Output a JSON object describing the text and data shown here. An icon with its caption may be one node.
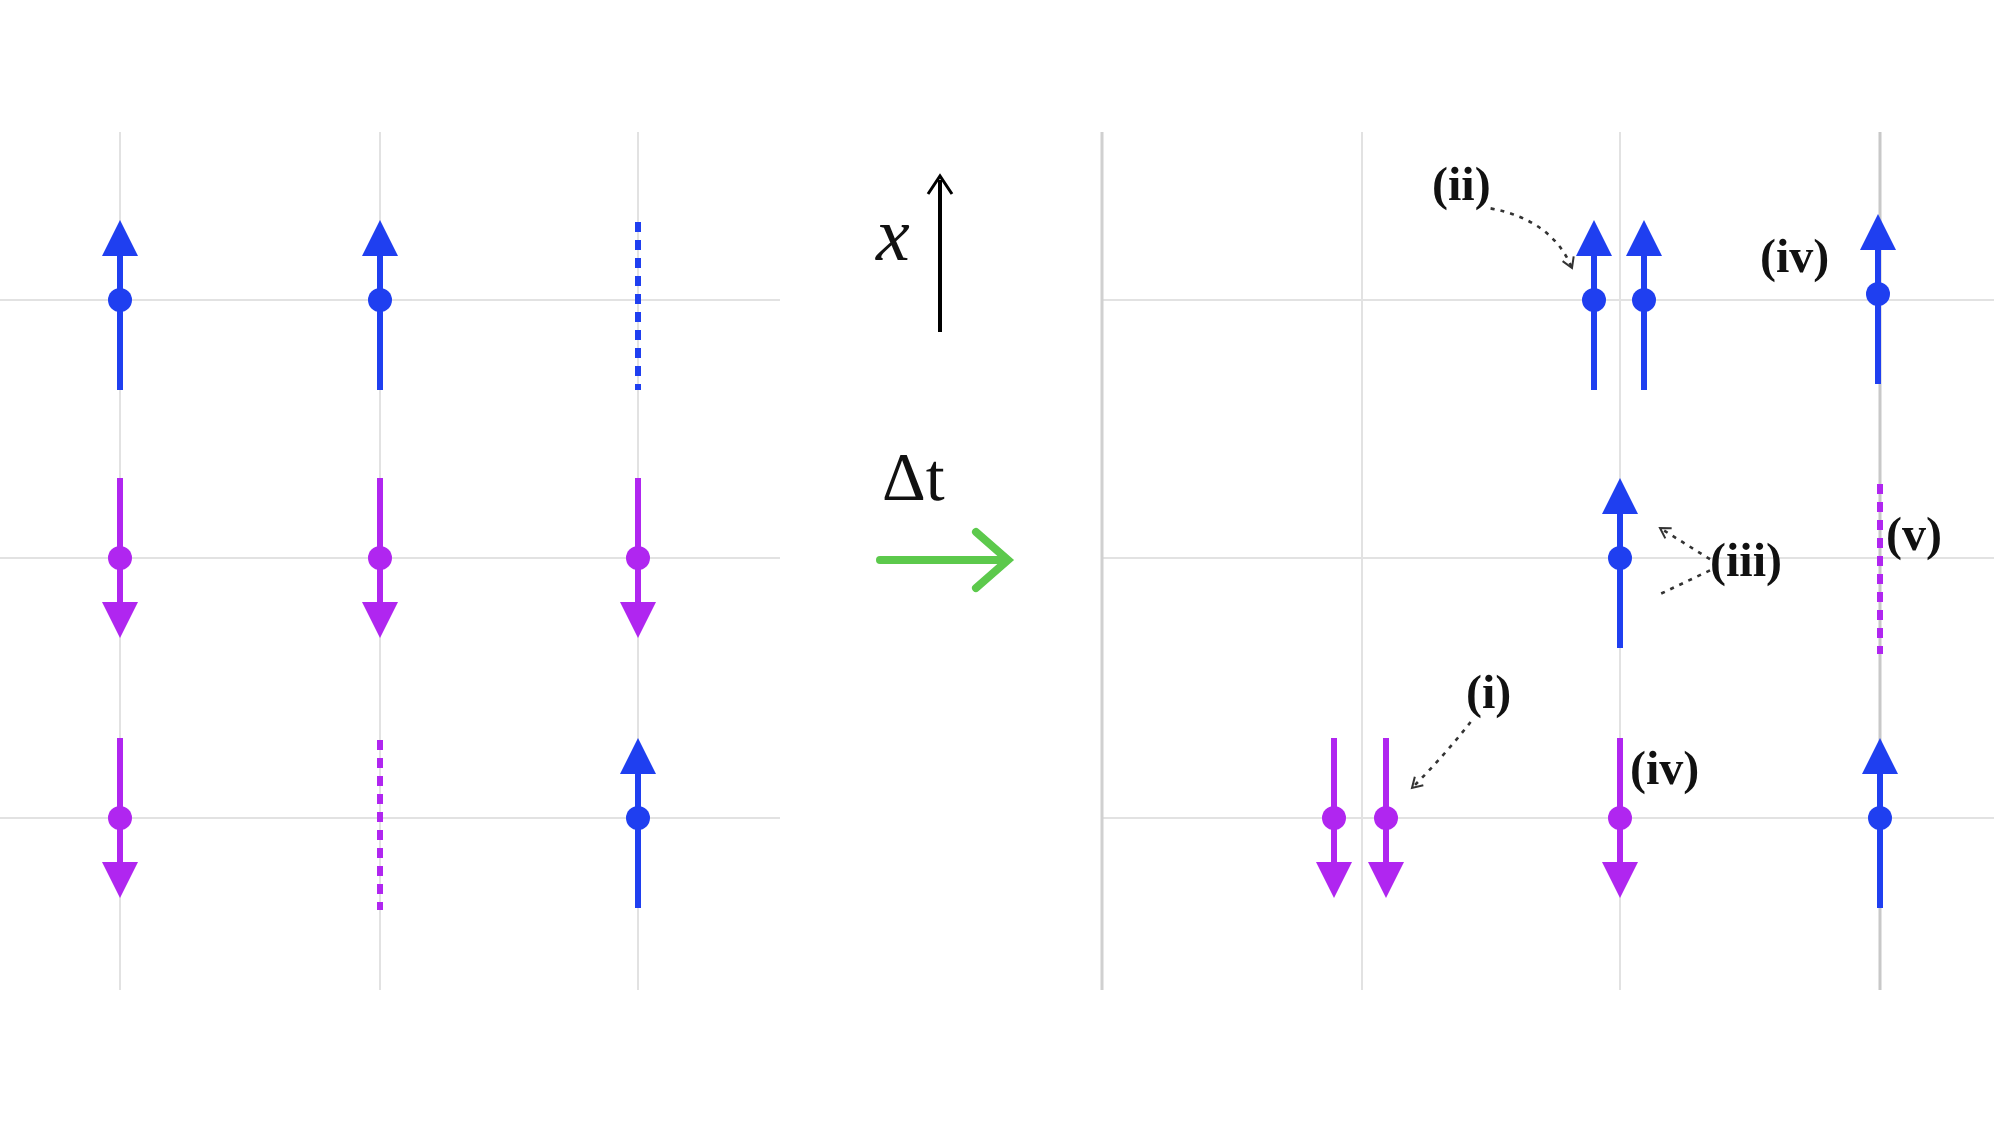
{
  "diagram": {
    "nodes": [
      {
        "text": [
          "(ii)"
        ]
      },
      {
        "text": [
          "(iii)"
        ]
      },
      {
        "text": [
          "(i)"
        ]
      }
    ],
    "edges": [
      {
        "from": 0,
        "to": null,
        "arrow": "to",
        "style": "dashed"
      },
      {
        "from": 1,
        "to": null,
        "arrow": "to",
        "style": "dashed"
      },
      {
        "from": 1,
        "to": null,
        "arrow": "none",
        "style": "dashed"
      },
      {
        "from": 2,
        "to": null,
        "arrow": "to",
        "style": "dashed"
      }
    ],
    "labels": [
      "x",
      "Δt",
      "(iv)",
      "(v)",
      "(iv)"
    ]
  }
}
